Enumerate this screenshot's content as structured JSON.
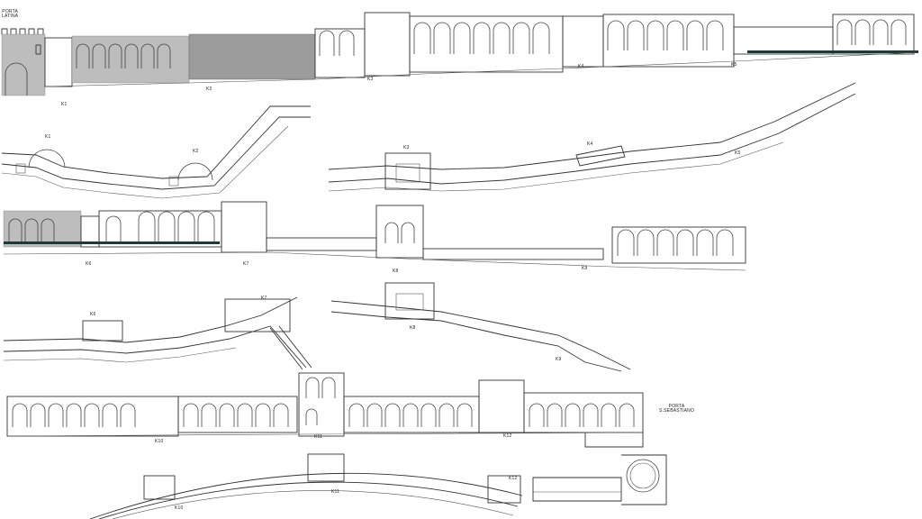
{
  "labels": {
    "porta_latina": "PORTA\nLATINA",
    "porta_s_sebastiano": "PORTA\nS.SEBASTIANO",
    "k1": "K1",
    "k2": "K2",
    "k3": "K3",
    "k4": "K4",
    "k5": "K5",
    "k6": "K6",
    "k7": "K7",
    "k8": "K8",
    "k9": "K9",
    "k10": "K10",
    "k11": "K11",
    "k12": "K12"
  },
  "colors": {
    "line": "#333333",
    "stone": "#bdbdbd",
    "dark_band": "#1f3a36"
  }
}
